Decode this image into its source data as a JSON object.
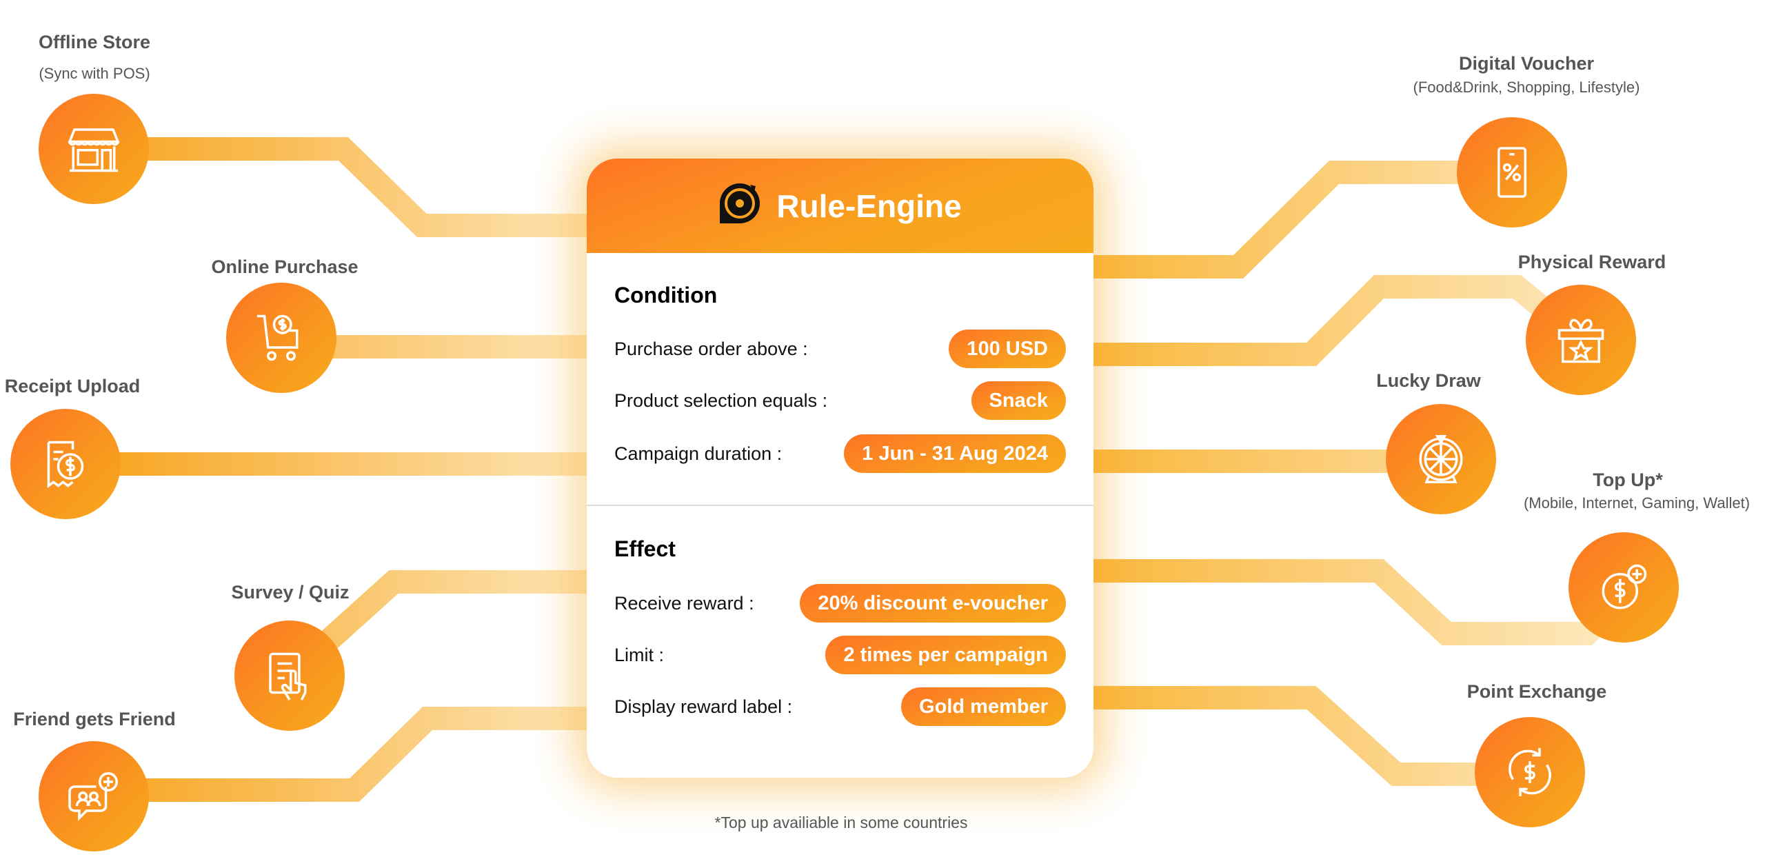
{
  "card": {
    "title": "Rule-Engine",
    "condition": {
      "heading": "Condition",
      "rows": [
        {
          "label": "Purchase order above :",
          "value": "100 USD"
        },
        {
          "label": "Product selection equals :",
          "value": "Snack"
        },
        {
          "label": "Campaign duration :",
          "value": "1 Jun - 31 Aug 2024"
        }
      ]
    },
    "effect": {
      "heading": "Effect",
      "rows": [
        {
          "label": "Receive reward :",
          "value": "20% discount e-voucher"
        },
        {
          "label": "Limit :",
          "value": "2 times per campaign"
        },
        {
          "label": "Display reward label :",
          "value": "Gold member"
        }
      ]
    }
  },
  "inputs": [
    {
      "label": "Offline Store",
      "sub": "(Sync with POS)",
      "icon": "store-icon"
    },
    {
      "label": "Online Purchase",
      "icon": "cart-icon"
    },
    {
      "label": "Receipt Upload",
      "icon": "receipt-icon"
    },
    {
      "label": "Survey / Quiz",
      "icon": "survey-icon"
    },
    {
      "label": "Friend gets Friend",
      "icon": "referral-icon"
    }
  ],
  "outputs": [
    {
      "label": "Digital Voucher",
      "sub": "(Food&Drink, Shopping, Lifestyle)",
      "icon": "phone-percent-icon"
    },
    {
      "label": "Physical Reward",
      "icon": "gift-icon"
    },
    {
      "label": "Lucky Draw",
      "icon": "wheel-icon"
    },
    {
      "label": "Top Up*",
      "sub": "(Mobile, Internet, Gaming, Wallet)",
      "icon": "coin-plus-icon"
    },
    {
      "label": "Point Exchange",
      "icon": "exchange-icon"
    }
  ],
  "footnote": "*Top up availiable in some countries",
  "colors": {
    "accent": "#F7A823",
    "accent_dark": "#FE7424"
  }
}
